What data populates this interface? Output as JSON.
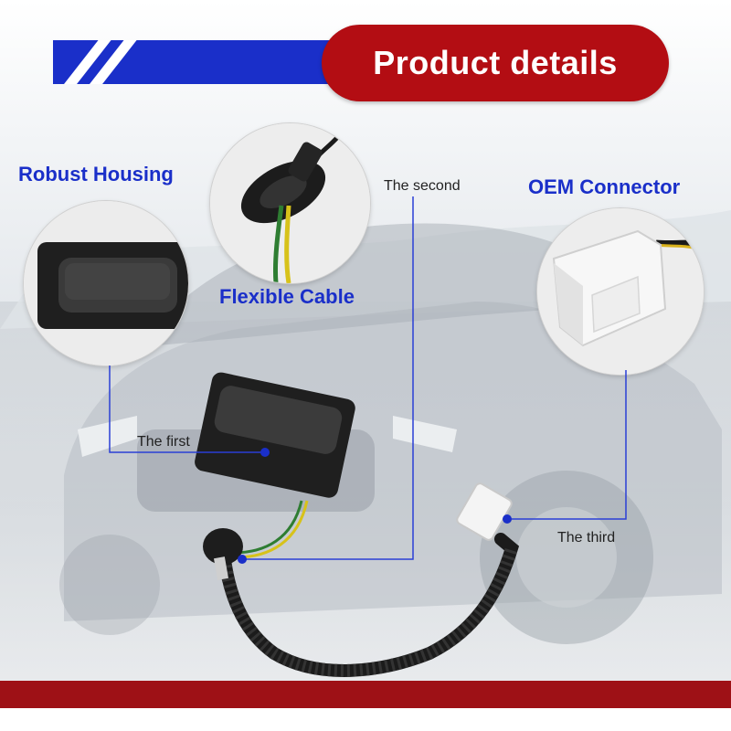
{
  "banner": {
    "title": "Product details"
  },
  "features": [
    {
      "heading": "Robust Housing",
      "caption": "The first"
    },
    {
      "heading": "Flexible Cable",
      "caption": "The second"
    },
    {
      "heading": "OEM Connector",
      "caption": "The third"
    }
  ],
  "colors": {
    "accent_blue": "#1a2fc9",
    "banner_red": "#b30d13",
    "footer_red": "#9e1116",
    "callout_line": "#2a3fd6"
  },
  "icons": [
    "switch-housing",
    "cable-grommet",
    "oem-connector",
    "callout-dot"
  ]
}
